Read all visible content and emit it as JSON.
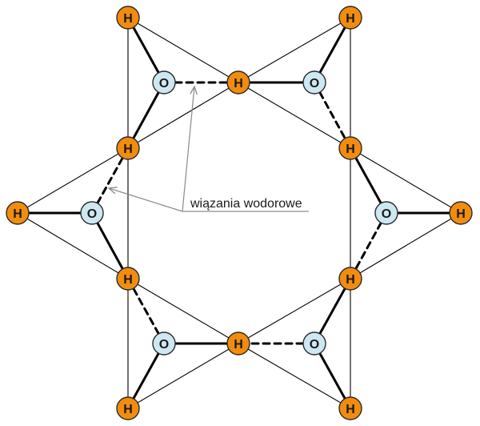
{
  "annotation": {
    "text": "wiązania wodorowe"
  },
  "atoms": [
    {
      "id": "h_top_left",
      "element": "H"
    },
    {
      "id": "h_top_right",
      "element": "H"
    },
    {
      "id": "o_upper_left",
      "element": "O"
    },
    {
      "id": "h_top_center",
      "element": "H"
    },
    {
      "id": "o_upper_right",
      "element": "O"
    },
    {
      "id": "h_upper_left",
      "element": "H"
    },
    {
      "id": "h_upper_right",
      "element": "H"
    },
    {
      "id": "h_far_left",
      "element": "H"
    },
    {
      "id": "o_mid_left",
      "element": "O"
    },
    {
      "id": "o_mid_right",
      "element": "O"
    },
    {
      "id": "h_far_right",
      "element": "H"
    },
    {
      "id": "h_lower_left",
      "element": "H"
    },
    {
      "id": "h_lower_right",
      "element": "H"
    },
    {
      "id": "o_lower_left",
      "element": "O"
    },
    {
      "id": "h_bottom_center",
      "element": "H"
    },
    {
      "id": "o_lower_right",
      "element": "O"
    },
    {
      "id": "h_bottom_left",
      "element": "H"
    },
    {
      "id": "h_bottom_right",
      "element": "H"
    }
  ],
  "colors": {
    "hydrogen_fill": "#f28c0f",
    "hydrogen_stroke": "#2a2a2a",
    "oxygen_fill": "#cde8f2",
    "oxygen_stroke": "#2a2a2a",
    "bond": "#000000",
    "annotation": "#8a8a8a",
    "label": "#1a1a1a"
  }
}
